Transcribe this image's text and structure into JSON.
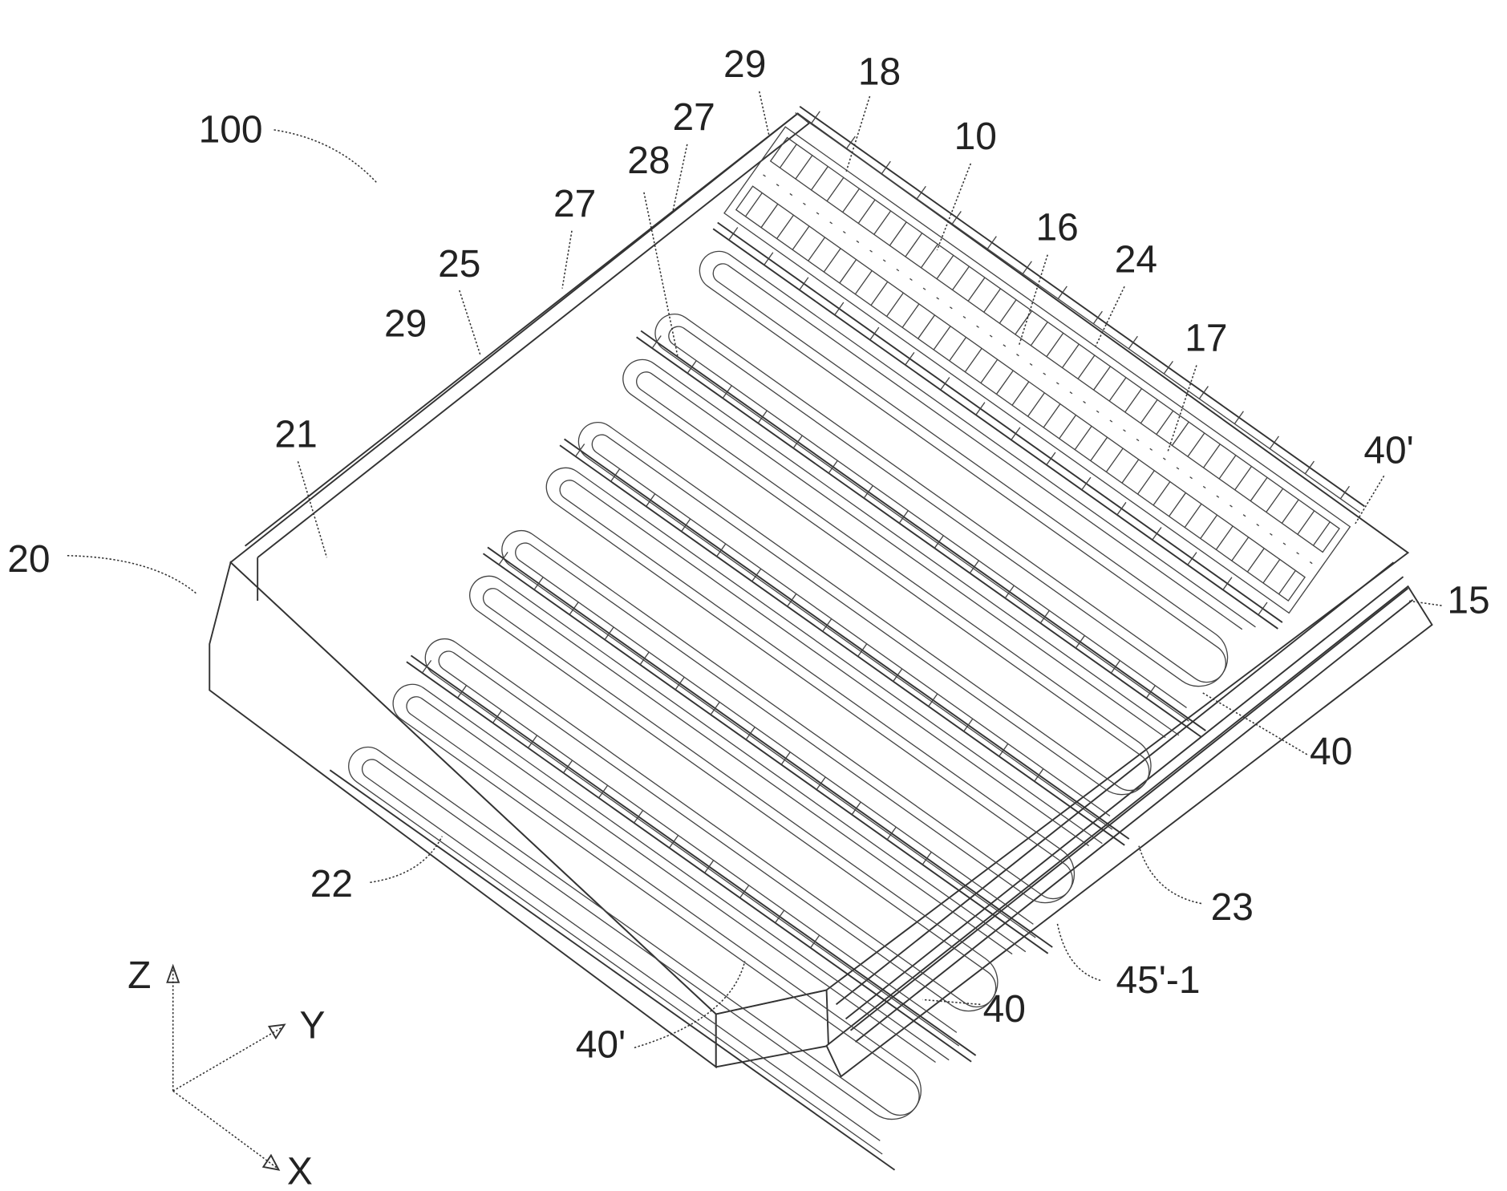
{
  "figure": {
    "reference_labels": [
      "100",
      "29",
      "18",
      "27",
      "10",
      "28",
      "27",
      "16",
      "24",
      "25",
      "29",
      "17",
      "21",
      "40'",
      "20",
      "15",
      "40",
      "22",
      "23",
      "45'-1",
      "40",
      "40'"
    ],
    "axes": {
      "z": "Z",
      "y": "Y",
      "x": "X"
    }
  }
}
